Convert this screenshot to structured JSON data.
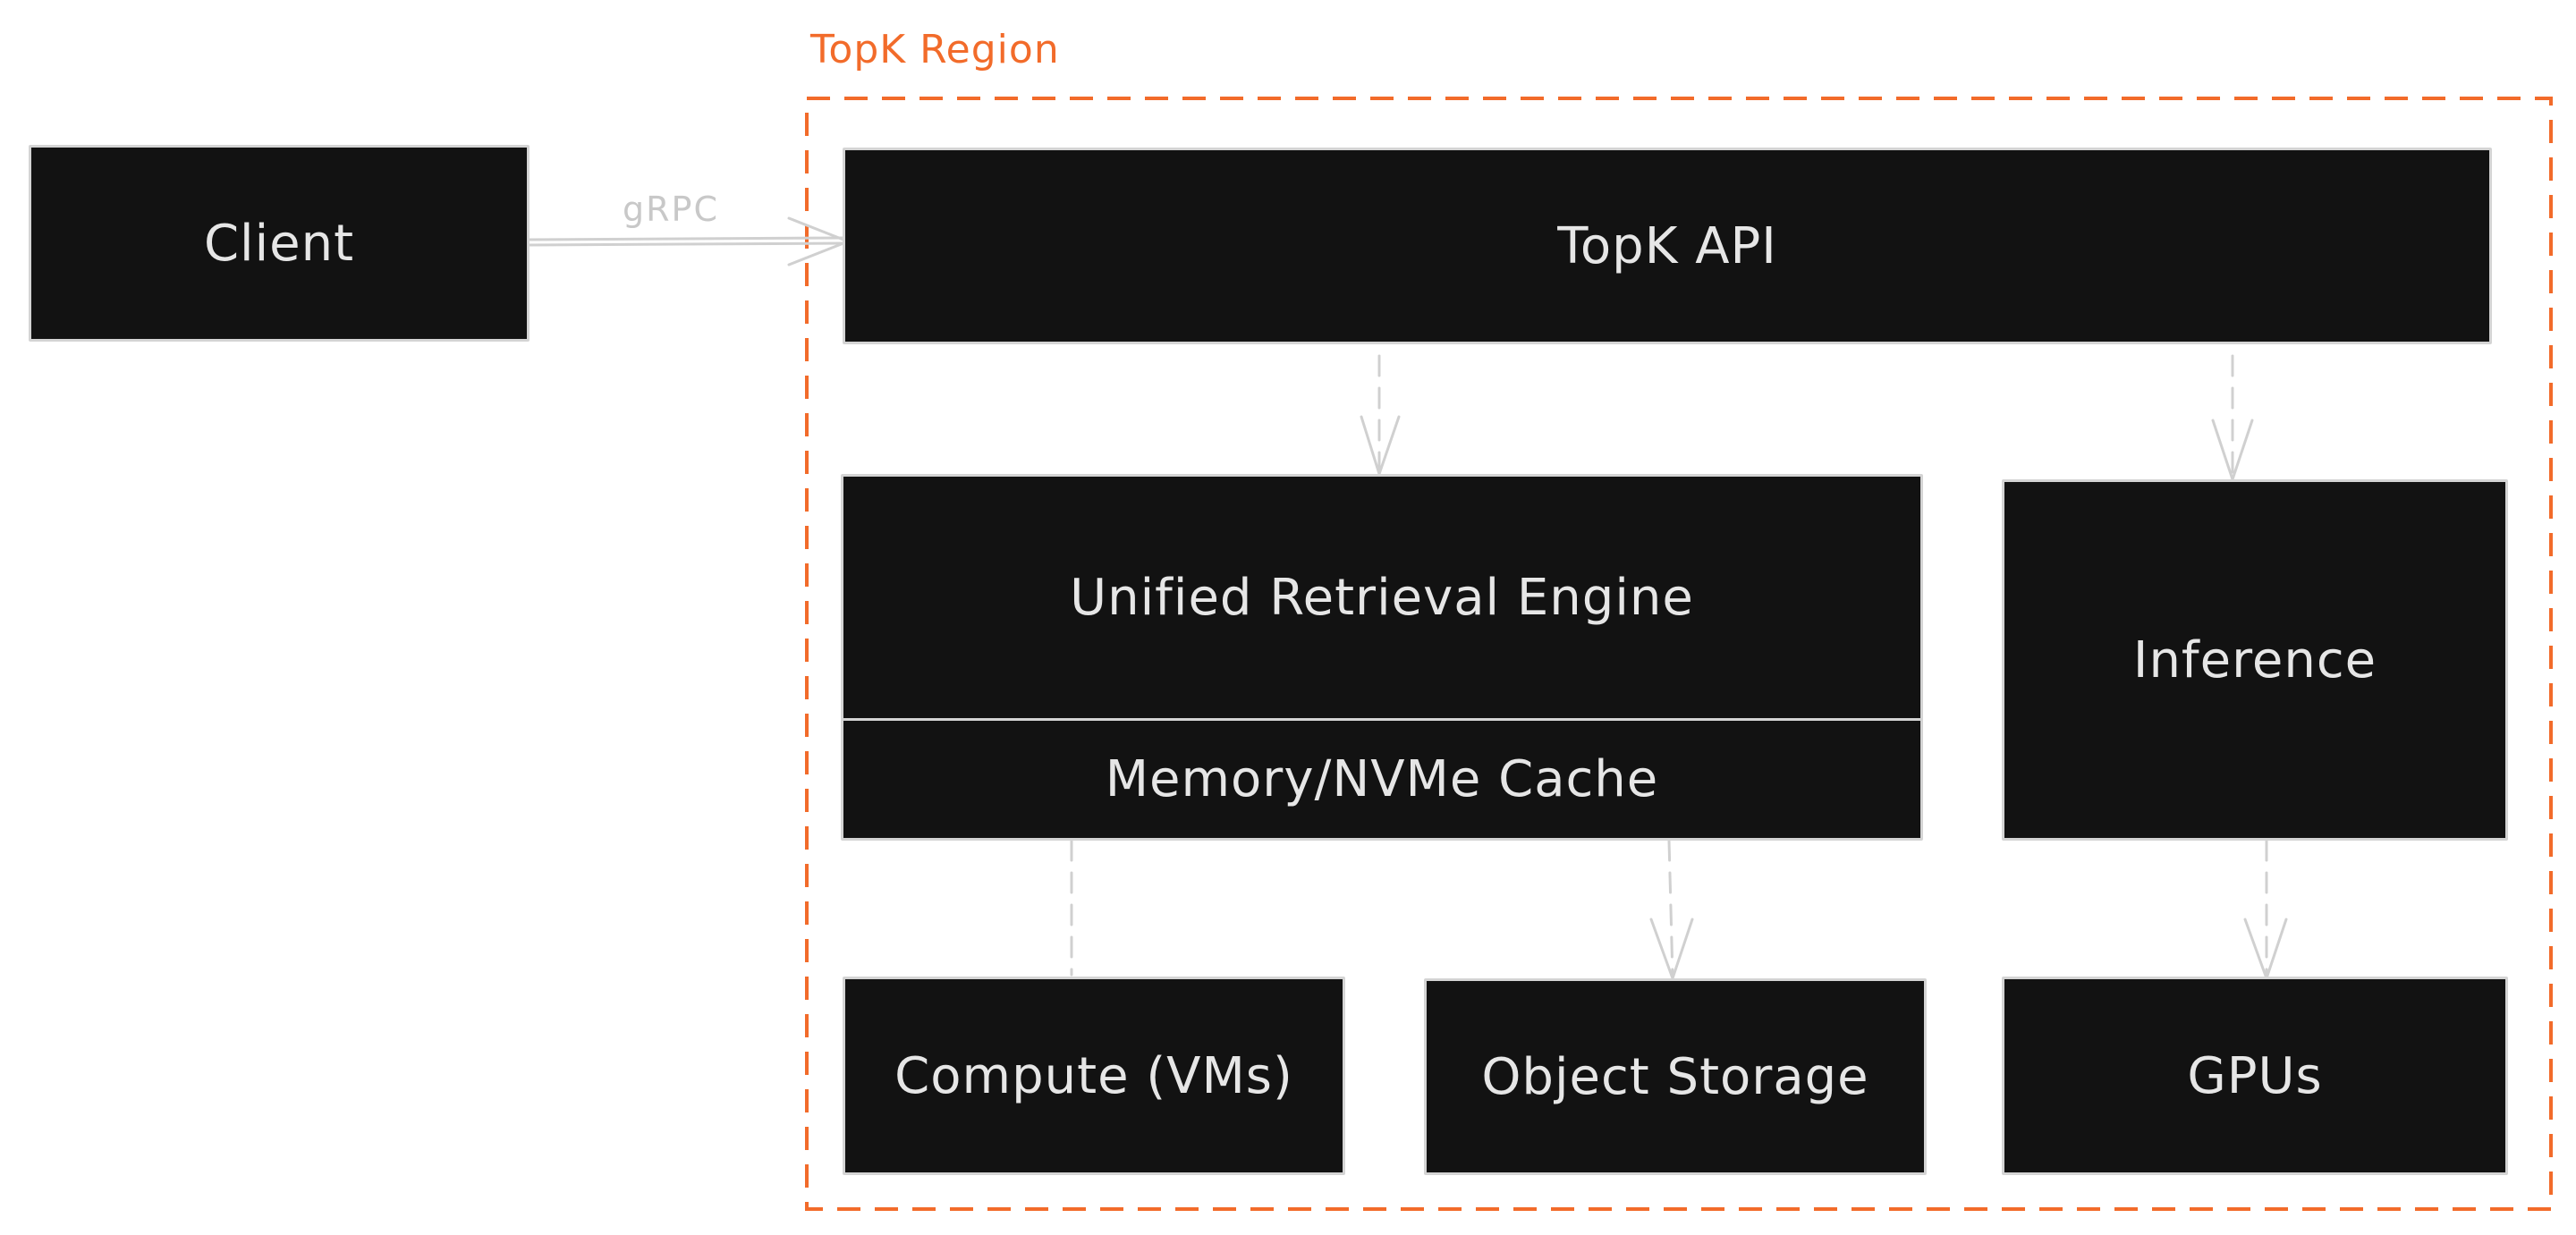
{
  "region": {
    "label": "TopK Region",
    "border_color": "#f26b2a"
  },
  "nodes": {
    "client": "Client",
    "topk_api": "TopK API",
    "unified_retrieval_engine": "Unified Retrieval Engine",
    "memory_cache": "Memory/NVMe Cache",
    "inference": "Inference",
    "compute": "Compute (VMs)",
    "object_storage": "Object Storage",
    "gpus": "GPUs"
  },
  "edges": {
    "client_to_api": "gRPC"
  },
  "colors": {
    "box_fill": "#121212",
    "box_border": "#d4d4d4",
    "box_text": "#e6e6e6",
    "connector": "#d0d0d0",
    "accent": "#f26b2a"
  }
}
